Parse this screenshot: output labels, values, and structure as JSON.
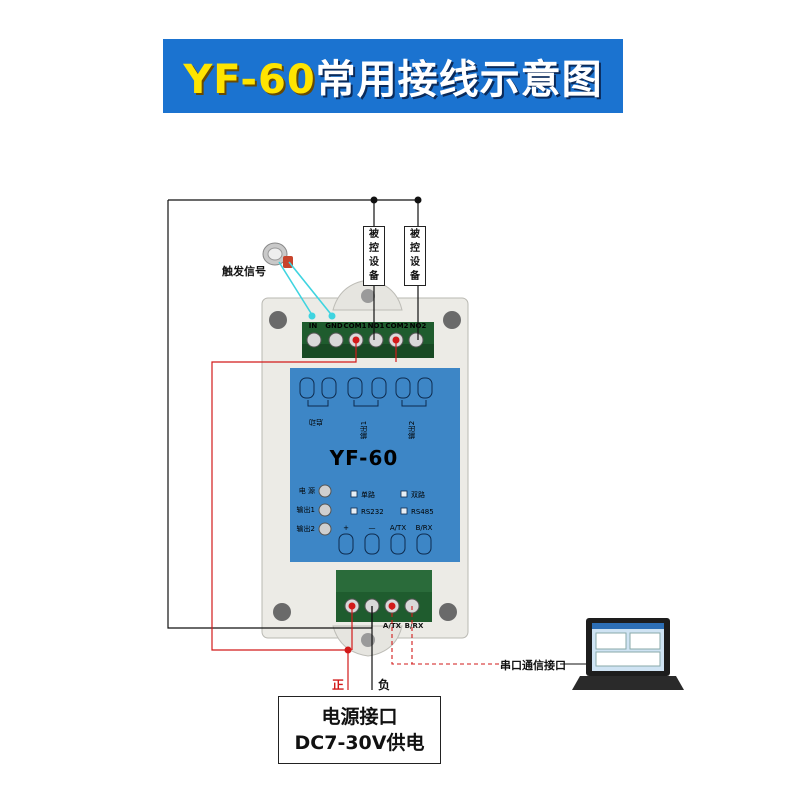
{
  "title": {
    "model": "YF-60",
    "text": "常用接线示意图"
  },
  "trigger_label": "触发信号",
  "controlled_devices": [
    {
      "chars": [
        "被",
        "控",
        "设",
        "备"
      ]
    },
    {
      "chars": [
        "被",
        "控",
        "设",
        "备"
      ]
    }
  ],
  "top_terminals": [
    "IN",
    "GND",
    "COM1",
    "NO1",
    "COM2",
    "NO2"
  ],
  "device": {
    "name": "YF-60",
    "relay_labels": [
      "启动",
      "输出1",
      "输出2"
    ],
    "indicators": [
      "电 源",
      "输出1",
      "输出2"
    ],
    "mode_options": [
      {
        "label": "单路"
      },
      {
        "label": "双路"
      },
      {
        "label": "RS232"
      },
      {
        "label": "RS485"
      }
    ],
    "jumper_labels": [
      "+",
      "—",
      "A/TX",
      "B/RX"
    ]
  },
  "bottom_terminals": [
    "A/TX",
    "B/RX"
  ],
  "power": {
    "positive": "正",
    "negative": "负",
    "title": "电源接口",
    "spec": "DC7-30V供电"
  },
  "serial_label": "串口通信接口",
  "colors": {
    "banner": "#1b73d0",
    "model_text": "#ffe400",
    "pcb": "#3d86c6",
    "terminal_block": "#1f5c2e",
    "wire_red": "#d21a1a",
    "wire_cyan": "#3fd4e0"
  }
}
